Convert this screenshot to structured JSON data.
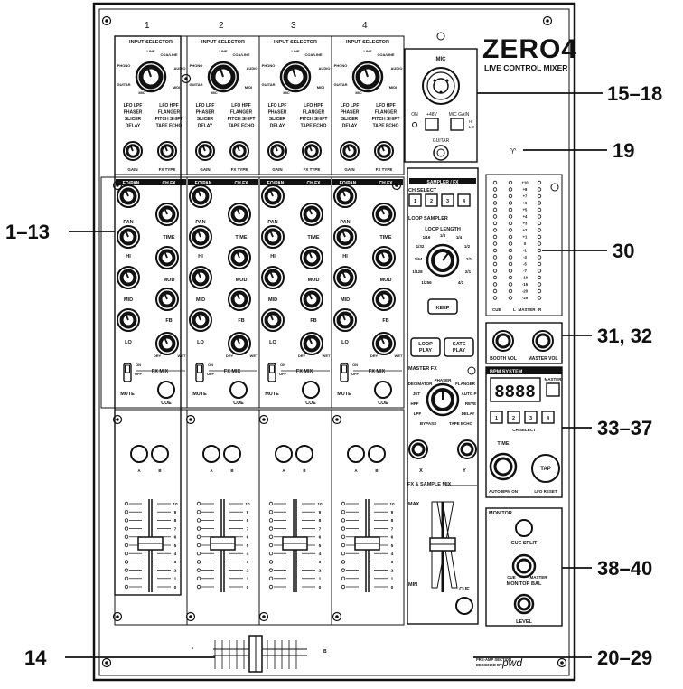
{
  "brand": {
    "name": "ZERO4",
    "subtitle": "LIVE CONTROL MIXER"
  },
  "footer": {
    "credit_line1": "PRE-AMP SECTION",
    "credit_line2": "DESIGNED BY",
    "credit_logo": "pwd"
  },
  "channel_numbers": [
    "1",
    "2",
    "3",
    "4"
  ],
  "channel": {
    "input_selector": "INPUT SELECTOR",
    "src_line": "LINE",
    "src_coaxline": "COA/LINE",
    "src_phono": "PHONO",
    "src_audio": "AUDIO",
    "src_guitar": "GUITAR",
    "src_midi": "MIDI",
    "src_mic": "MIC",
    "fx_list": [
      "LFO LPF",
      "PHASER",
      "SLICER",
      "DELAY"
    ],
    "fx_list2": [
      "LFO HPF",
      "FLANGER",
      "PITCH SHIFT",
      "TAPE ECHO"
    ],
    "gain": "GAIN",
    "fx_type": "FX TYPE",
    "eq_pan": "EQ/PAN",
    "ch_fx": "CH FX",
    "pan": "PAN",
    "hi": "HI",
    "mid": "MID",
    "lo": "LO",
    "time": "TIME",
    "mod": "MOD",
    "fb": "FB",
    "dry": "DRY",
    "wet": "WET",
    "on": "ON",
    "off": "OFF",
    "fx_mix": "FX MIX",
    "mute": "MUTE",
    "cue": "CUE",
    "a": "A",
    "b": "B",
    "fader_scale": [
      "10",
      "9",
      "8",
      "7",
      "6",
      "5",
      "4",
      "3",
      "2",
      "1",
      "0"
    ]
  },
  "mic_section": {
    "mic": "MIC",
    "on": "ON",
    "plus48v": "+48V",
    "mic_gain": "MIC GAIN",
    "hi": "HI",
    "lo": "LO",
    "guitar": "GUITAR"
  },
  "sampler": {
    "header": "SAMPLER / FX",
    "ch_select": "CH SELECT",
    "ch_buttons": [
      "1",
      "2",
      "3",
      "4"
    ],
    "loop_sampler": "LOOP SAMPLER",
    "loop_length": "LOOP LENGTH",
    "loop_values": [
      "1/16",
      "1/8",
      "1/4",
      "1/32",
      "1/2",
      "1/64",
      "1/1",
      "1/128",
      "2/1",
      "1/256",
      "4/1"
    ],
    "keep": "KEEP",
    "loop_play": "LOOP PLAY",
    "gate_play": "GATE PLAY",
    "master_fx": "MASTER FX",
    "fx_names": [
      "DECIMATOR",
      "PHASER",
      "FLANGER",
      "JET",
      "AUTO P",
      "HPF",
      "REVE",
      "LPF",
      "DELAY",
      "BYPASS",
      "TAPE ECHO"
    ],
    "x": "X",
    "y": "Y",
    "fx_sample_mix": "FX & SAMPLE MIX",
    "max": "MAX",
    "min": "MIN",
    "cue": "CUE"
  },
  "meter": {
    "scale": [
      "+10",
      "+8",
      "+7",
      "+6",
      "+5",
      "+4",
      "+3",
      "+2",
      "+1",
      "0",
      "-1",
      "-3",
      "-5",
      "-7",
      "-10",
      "-15",
      "-20",
      "-25"
    ],
    "cue": "CUE",
    "l": "L",
    "master": "MASTER",
    "r": "R"
  },
  "output": {
    "booth_vol": "BOOTH VOL",
    "master_vol": "MASTER VOL"
  },
  "bpm": {
    "title": "BPM SYSTEM",
    "master": "MASTER",
    "display": "8888",
    "ch_buttons": [
      "1",
      "2",
      "3",
      "4"
    ],
    "ch_select": "CH SELECT",
    "time": "TIME",
    "auto_bpm": "AUTO BPM ON",
    "lfo_reset": "LFO RESET",
    "tap": "TAP"
  },
  "monitor": {
    "title": "MONITOR",
    "cue_split": "CUE SPLIT",
    "cue": "CUE",
    "master": "MASTER",
    "monitor_bal": "MONITOR BAL",
    "level": "LEVEL"
  },
  "crossfader": {
    "a": "A",
    "b": "B"
  },
  "callouts": {
    "c1_13": "1–13",
    "c14": "14",
    "c15_18": "15–18",
    "c19": "19",
    "c20_29": "20–29",
    "c30": "30",
    "c31_32": "31, 32",
    "c33_37": "33–37",
    "c38_40": "38–40"
  },
  "colors": {
    "ink": "#111111",
    "panel": "#ffffff"
  }
}
